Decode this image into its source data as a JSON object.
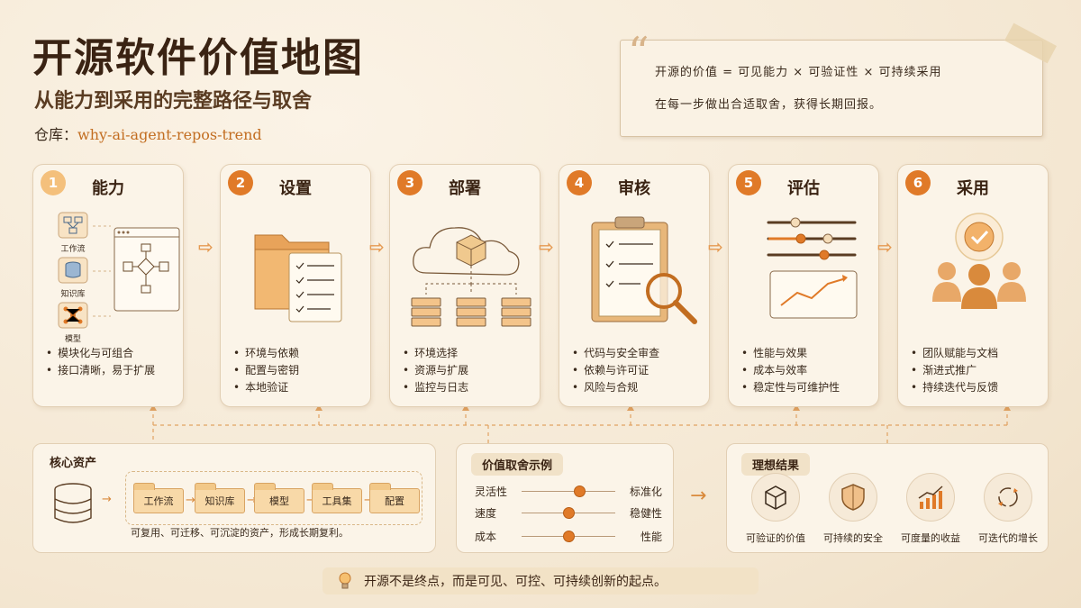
{
  "header": {
    "title": "开源软件价值地图",
    "subtitle": "从能力到采用的完整路径与取舍",
    "repo_label": "仓库：",
    "repo_value": "why-ai-agent-repos-trend"
  },
  "quote": {
    "line1": "开源的价值 = 可见能力 × 可验证性 × 可持续采用",
    "line2": "在每一步做出合适取舍，获得长期回报。"
  },
  "stages": [
    {
      "num": "1",
      "name": "能力",
      "icons": [
        "工作流",
        "知识库",
        "模型"
      ],
      "bullets": [
        "模块化与可组合",
        "接口清晰，易于扩展"
      ]
    },
    {
      "num": "2",
      "name": "设置",
      "bullets": [
        "环境与依赖",
        "配置与密钥",
        "本地验证"
      ]
    },
    {
      "num": "3",
      "name": "部署",
      "bullets": [
        "环境选择",
        "资源与扩展",
        "监控与日志"
      ]
    },
    {
      "num": "4",
      "name": "审核",
      "bullets": [
        "代码与安全审查",
        "依赖与许可证",
        "风险与合规"
      ]
    },
    {
      "num": "5",
      "name": "评估",
      "bullets": [
        "性能与效果",
        "成本与效率",
        "稳定性与可维护性"
      ]
    },
    {
      "num": "6",
      "name": "采用",
      "bullets": [
        "团队赋能与文档",
        "渐进式推广",
        "持续迭代与反馈"
      ]
    }
  ],
  "assets": {
    "title": "核心资产",
    "items": [
      "工作流",
      "知识库",
      "模型",
      "工具集",
      "配置"
    ],
    "note": "可复用、可迁移、可沉淀的资产，形成长期复利。"
  },
  "tradeoffs": {
    "title": "价值取舍示例",
    "rows": [
      {
        "left": "灵活性",
        "right": "标准化",
        "value": 0.62
      },
      {
        "left": "速度",
        "right": "稳健性",
        "value": 0.5
      },
      {
        "left": "成本",
        "right": "性能",
        "value": 0.5
      }
    ]
  },
  "outcomes": {
    "title": "理想结果",
    "items": [
      {
        "label": "可验证的价值",
        "icon": "cube-icon"
      },
      {
        "label": "可持续的安全",
        "icon": "shield-icon"
      },
      {
        "label": "可度量的收益",
        "icon": "growth-chart-icon"
      },
      {
        "label": "可迭代的增长",
        "icon": "cycle-icon"
      }
    ]
  },
  "footer": {
    "text": "开源不是终点，而是可见、可控、可持续创新的起点。"
  },
  "colors": {
    "accent": "#e07a28",
    "background": "#f6ecdc",
    "ink": "#3a2313"
  }
}
